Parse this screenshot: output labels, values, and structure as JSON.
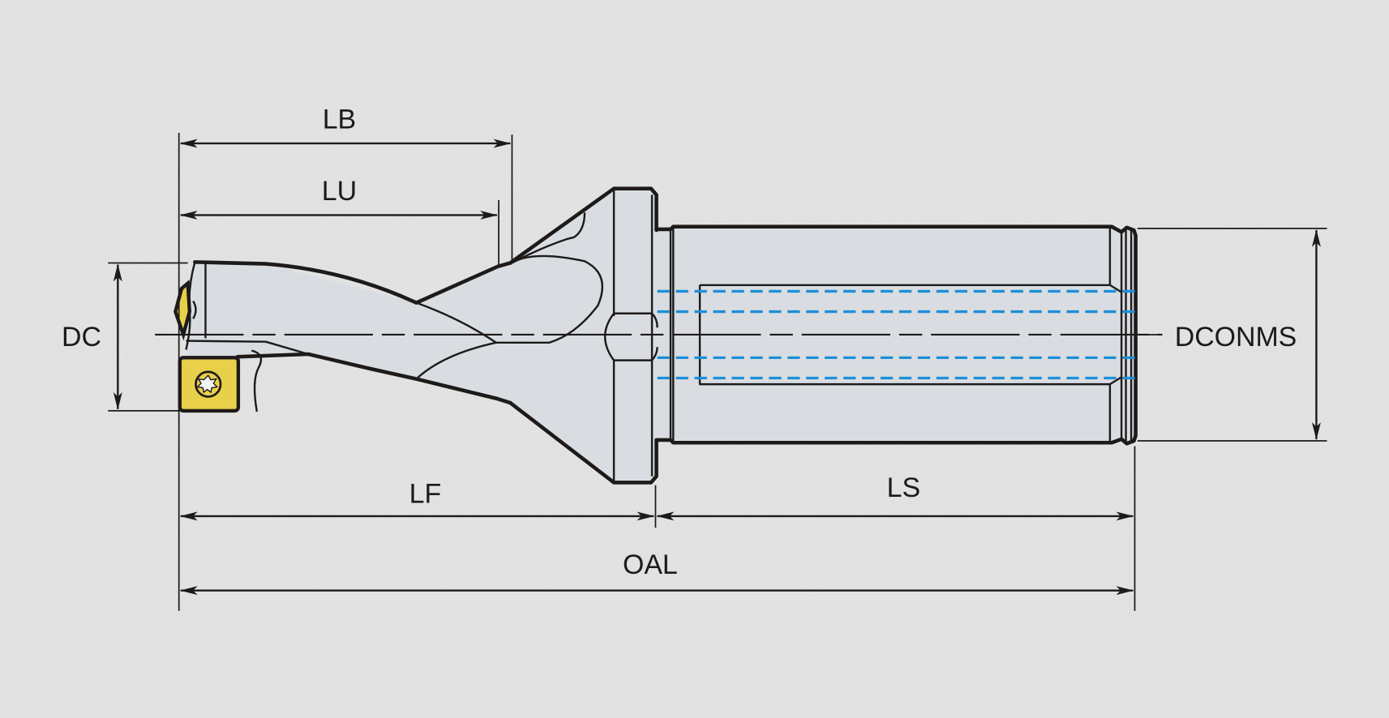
{
  "diagram": {
    "title": "Indexable insert drill with cylindrical shank — dimension drawing",
    "colors": {
      "background": "#e6e6e6",
      "tool_body": "#d9dde1",
      "outline": "#1e1a1a",
      "insert": "#e8d04a",
      "coolant_channel": "#1e8fd8"
    },
    "dimensions": {
      "LB": "LB",
      "LU": "LU",
      "DC": "DC",
      "DCONMS": "DCONMS",
      "LF": "LF",
      "LS": "LS",
      "OAL": "OAL"
    }
  }
}
